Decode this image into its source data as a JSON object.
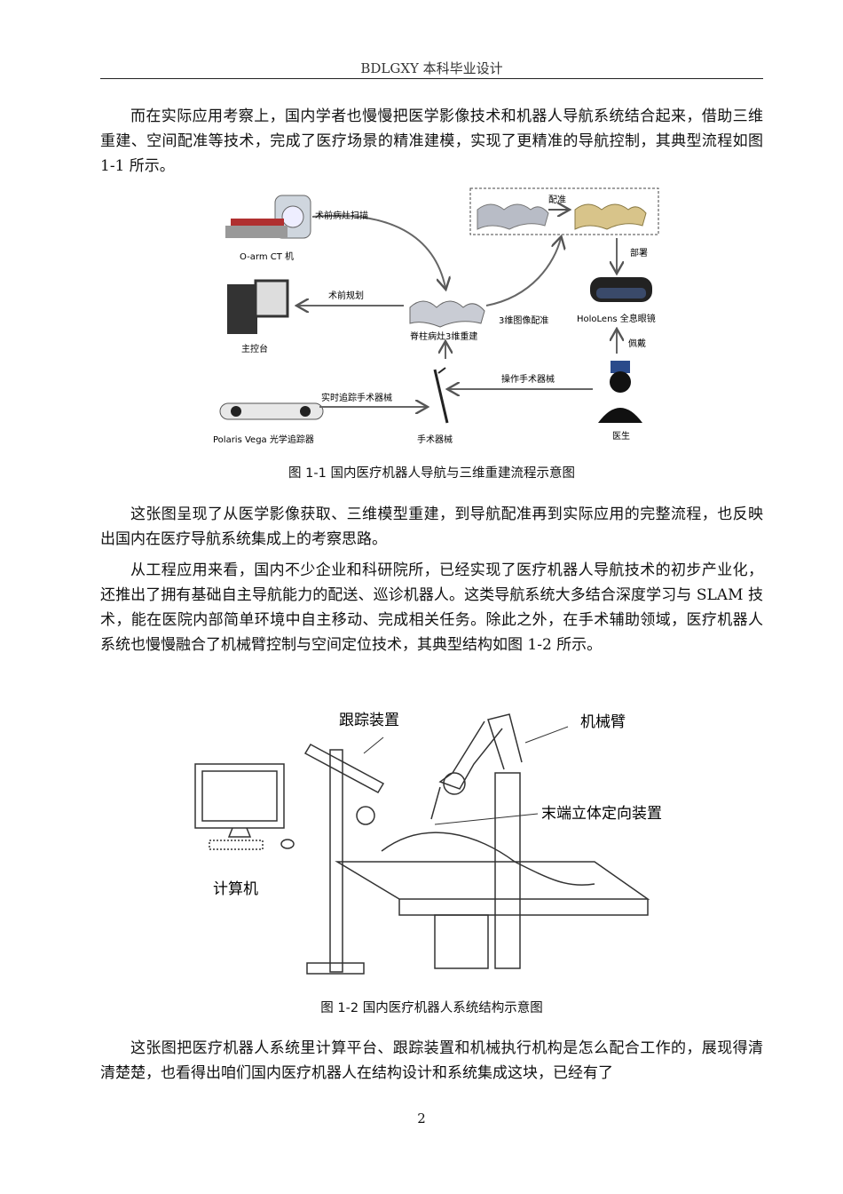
{
  "header": {
    "title": "BDLGXY 本科毕业设计"
  },
  "paragraphs": {
    "p1": "而在实际应用考察上，国内学者也慢慢把医学影像技术和机器人导航系统结合起来，借助三维重建、空间配准等技术，完成了医疗场景的精准建模，实现了更精准的导航控制，其典型流程如图 1-1 所示。",
    "p2": "这张图呈现了从医学影像获取、三维模型重建，到导航配准再到实际应用的完整流程，也反映出国内在医疗导航系统集成上的考察思路。",
    "p3": "从工程应用来看，国内不少企业和科研院所，已经实现了医疗机器人导航技术的初步产业化，还推出了拥有基础自主导航能力的配送、巡诊机器人。这类导航系统大多结合深度学习与 SLAM 技术，能在医院内部简单环境中自主移动、完成相关任务。除此之外，在手术辅助领域，医疗机器人系统也慢慢融合了机械臂控制与空间定位技术，其典型结构如图 1-2 所示。",
    "p4": "这张图把医疗机器人系统里计算平台、跟踪装置和机械执行机构是怎么配合工作的，展现得清清楚楚，也看得出咱们国内医疗机器人在结构设计和系统集成这块，已经有了"
  },
  "figure1": {
    "caption": "图 1-1  国内医疗机器人导航与三维重建流程示意图",
    "labels": {
      "oarm": "O-arm CT 机",
      "scan": "术前病灶扫描",
      "register": "配准",
      "deploy": "部署",
      "plan": "术前规划",
      "console": "主控台",
      "spine": "脊柱病灶3维重建",
      "img_reg": "3维图像配准",
      "hololens": "HoloLens 全息眼镜",
      "wear": "佩戴",
      "track": "实时追踪手术器械",
      "operate": "操作手术器械",
      "polaris": "Polaris Vega 光学追踪器",
      "instrument": "手术器械",
      "doctor": "医生"
    }
  },
  "figure2": {
    "caption": "图 1-2 国内医疗机器人系统结构示意图",
    "labels": {
      "tracker": "跟踪装置",
      "arm": "机械臂",
      "end": "末端立体定向装置",
      "computer": "计算机"
    }
  },
  "page_number": "2"
}
